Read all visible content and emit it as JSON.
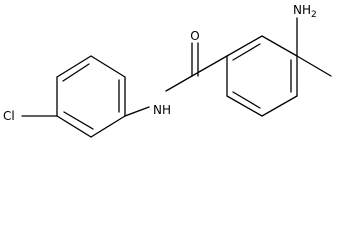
{
  "structure": {
    "atom_labels": {
      "amino": "NH",
      "amino_subscript": "2",
      "oxygen": "O",
      "amide_nh": "NH",
      "chlorine": "Cl"
    }
  }
}
